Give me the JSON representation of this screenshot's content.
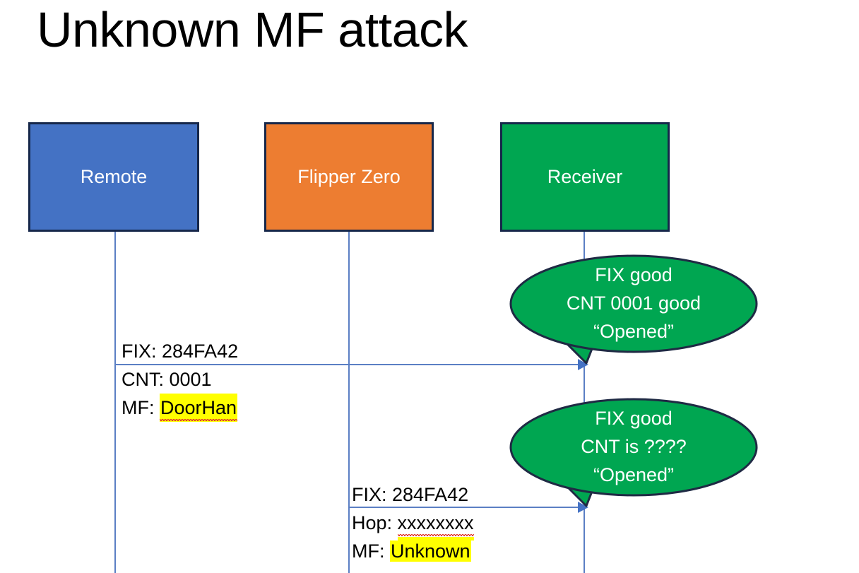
{
  "slide": {
    "title": "Unknown MF attack",
    "background": "#ffffff"
  },
  "colors": {
    "remote": "#4472C4",
    "flipper": "#ED7D31",
    "receiver": "#00A651",
    "box_border": "#16274A",
    "lifeline": "#5B7FC4",
    "arrow": "#4472C4",
    "bubble_fill": "#00A651",
    "bubble_border": "#1F2A44",
    "highlight": "#FFFF00",
    "spellcheck_underline": "#E03A2F",
    "text": "#000000",
    "box_text": "#FFFFFF"
  },
  "actors": [
    {
      "id": "remote",
      "label": "Remote"
    },
    {
      "id": "flipper",
      "label": "Flipper Zero"
    },
    {
      "id": "receiver",
      "label": "Receiver"
    }
  ],
  "messages": [
    {
      "id": "msg1",
      "from": "remote",
      "to": "receiver",
      "line1": "FIX: 284FA42",
      "line2_label": "CNT: 0001",
      "line3_prefix": "MF: ",
      "line3_value": "DoorHan",
      "line3_highlighted": true,
      "line3_spellchecked": true
    },
    {
      "id": "msg2",
      "from": "flipper",
      "to": "receiver",
      "line1": "FIX: 284FA42",
      "line2_prefix": "Hop: ",
      "line2_value": "xxxxxxxx",
      "line2_spellchecked": true,
      "line3_prefix": "MF: ",
      "line3_value": "Unknown",
      "line3_highlighted": true
    }
  ],
  "bubbles": [
    {
      "id": "bubble1",
      "line1": "FIX good",
      "line2": "CNT 0001 good",
      "line3": "“Opened”"
    },
    {
      "id": "bubble2",
      "line1": "FIX good",
      "line2": "CNT is ????",
      "line3": "“Opened”"
    }
  ]
}
